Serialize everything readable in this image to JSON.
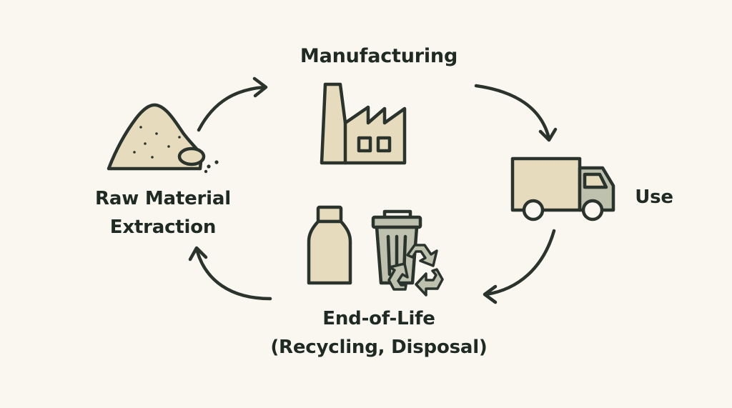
{
  "stages": {
    "manufacturing": {
      "label": "Manufacturing"
    },
    "use": {
      "label": "Use"
    },
    "raw_material": {
      "label_line1": "Raw Material",
      "label_line2": "Extraction"
    },
    "end_of_life": {
      "label_line1": "End-of-Life",
      "label_line2": "(Recycling, Disposal)"
    }
  },
  "icons": {
    "raw_material": "sand-pile-icon",
    "manufacturing": "factory-icon",
    "use": "delivery-truck-icon",
    "end_of_life": [
      "bottle-icon",
      "trash-can-icon",
      "recycle-icon"
    ]
  },
  "colors": {
    "background": "#f9f7f0",
    "icon_fill": "#e6dcbd",
    "icon_stroke": "#2b332d",
    "bin_fill": "#bdc1ad",
    "text": "#1f2a24"
  }
}
